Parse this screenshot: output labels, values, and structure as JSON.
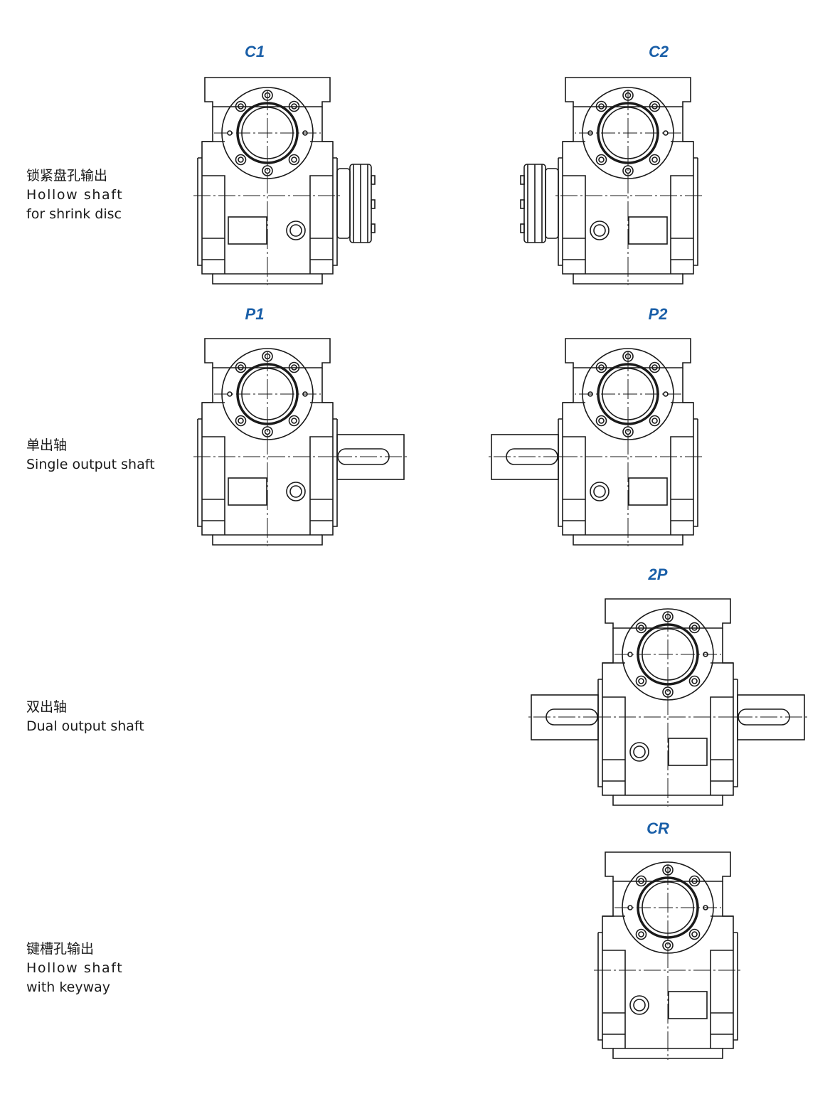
{
  "rows": [
    {
      "id": "shrink-disc",
      "zh": "锁紧盘孔输出",
      "en": [
        "Hollow shaft",
        "for shrink disc"
      ]
    },
    {
      "id": "single",
      "zh": "单出轴",
      "en": [
        "Single output shaft"
      ]
    },
    {
      "id": "dual",
      "zh": "双出轴",
      "en": [
        "Dual output shaft"
      ]
    },
    {
      "id": "keyway",
      "zh": "键槽孔输出",
      "en": [
        "Hollow shaft",
        "with keyway"
      ]
    }
  ],
  "variants": {
    "c1": "C1",
    "c2": "C2",
    "p1": "P1",
    "p2": "P2",
    "dp": "2P",
    "cr": "CR"
  },
  "colors": {
    "label": "#1a5fa8",
    "line": "#1a1a1a",
    "text": "#1a1a1a"
  }
}
